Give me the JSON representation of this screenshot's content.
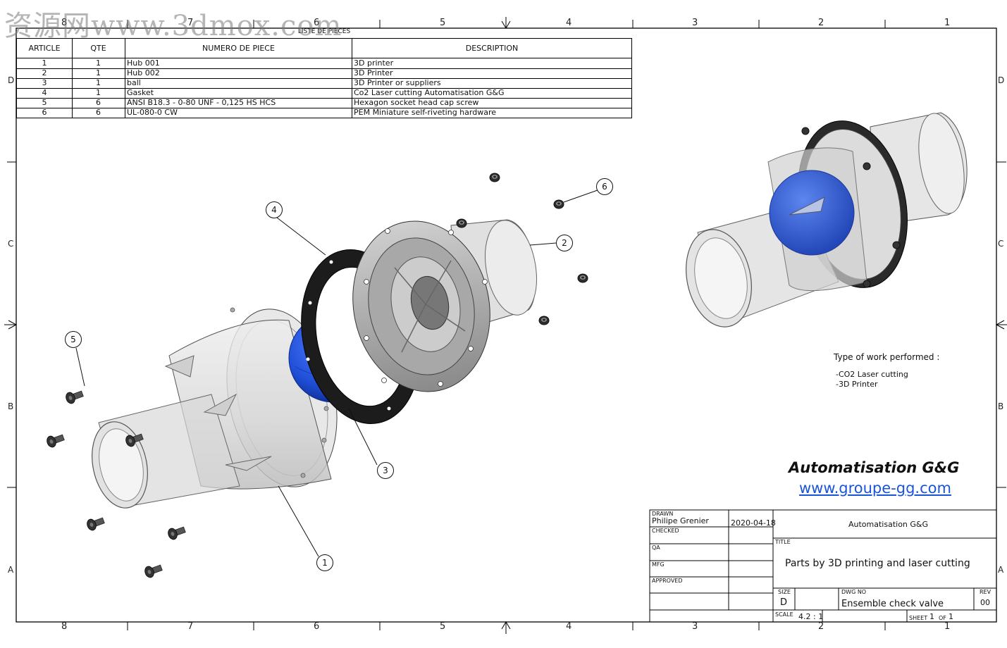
{
  "watermark": "资源网www.3dmox.com",
  "zones": {
    "numbers": [
      "8",
      "7",
      "6",
      "5",
      "4",
      "3",
      "2",
      "1"
    ],
    "letters": [
      "D",
      "C",
      "B",
      "A"
    ]
  },
  "parts_list": {
    "title": "LISTE DE PIECES",
    "headers": [
      "ARTICLE",
      "QTE",
      "NUMERO DE PIECE",
      "DESCRIPTION"
    ],
    "rows": [
      {
        "article": "1",
        "qty": "1",
        "part": "Hub 001",
        "description": "3D printer"
      },
      {
        "article": "2",
        "qty": "1",
        "part": "Hub 002",
        "description": "3D Printer"
      },
      {
        "article": "3",
        "qty": "1",
        "part": "ball",
        "description": "3D Printer or suppliers"
      },
      {
        "article": "4",
        "qty": "1",
        "part": "Gasket",
        "description": "Co2 Laser cutting Automatisation G&G"
      },
      {
        "article": "5",
        "qty": "6",
        "part": "ANSI B18.3 - 0-80 UNF - 0,125 HS HCS",
        "description": "Hexagon socket head cap screw"
      },
      {
        "article": "6",
        "qty": "6",
        "part": "UL-080-0 CW",
        "description": "PEM Miniature self-riveting hardware"
      }
    ]
  },
  "balloons": [
    "1",
    "2",
    "3",
    "4",
    "5",
    "6"
  ],
  "work_note": {
    "title": "Type of work performed :",
    "items": [
      "-CO2 Laser cutting",
      "-3D Printer"
    ]
  },
  "company": {
    "name": "Automatisation G&G",
    "url": "www.groupe-gg.com"
  },
  "title_block": {
    "drawn_label": "DRAWN",
    "drawn_by": "Philipe Grenier",
    "drawn_date": "2020-04-18",
    "checked_label": "CHECKED",
    "qa_label": "QA",
    "mfg_label": "MFG",
    "approved_label": "APPROVED",
    "company": "Automatisation G&G",
    "title_label": "TITLE",
    "title": "Parts by 3D printing and laser cutting",
    "size_label": "SIZE",
    "size": "D",
    "dwg_label": "DWG NO",
    "dwg_no": "Ensemble check valve",
    "rev_label": "REV",
    "rev": "00",
    "scale_label": "SCALE",
    "scale": "4.2 : 1",
    "sheet_label": "SHEET",
    "sheet": "1",
    "of_label": "OF",
    "of": "1"
  },
  "colors": {
    "ball": "#1f4fd6",
    "gasket": "#1a1a1a",
    "hub_clear": "#d8d8d8",
    "hub2_gray": "#9a9a9a",
    "link": "#1a55d8"
  }
}
